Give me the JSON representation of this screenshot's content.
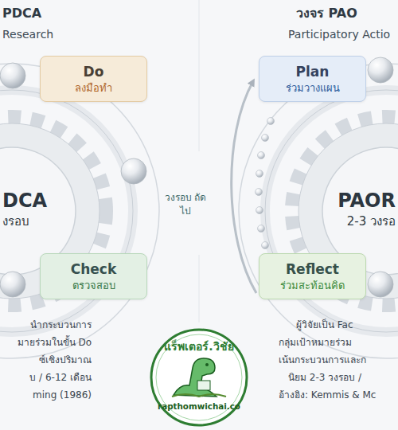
{
  "diagram": {
    "nodes": [
      {
        "text": [
          "Do",
          "ลงมือทำ"
        ]
      },
      {
        "text": [
          "Plan",
          "ร่วมวางแผน"
        ]
      },
      {
        "text": [
          "DCA",
          "งรอบ"
        ]
      },
      {
        "text": [
          "PAOR",
          "2-3 วงรอ"
        ]
      },
      {
        "text": [
          "Check",
          "ตรวจสอบ"
        ]
      },
      {
        "text": [
          "Reflect",
          "ร่วมสะท้อนคิด"
        ]
      },
      {
        "text": [
          "แร็พเตอร์.วิชัย",
          "rapthomwichai.co"
        ]
      }
    ],
    "labels": [
      "PDCA",
      "Research",
      "วงจร PAO",
      "Participatory Actio",
      "วงรอบ ถัดไป",
      "นำกระบวนการ",
      "มายร่วมในขั้น Do",
      "ซ์เชิงปริมาณ",
      "บ / 6-12 เดือน",
      "ming (1986)",
      "ผู้วิจัยเป็น Fac",
      "กลุ่มเป้าหมายร่วม",
      "เน้นกระบวนการและก",
      "นิยม 2-3 วงรอบ /",
      "อ้างอิง: Kemmis & Mc"
    ]
  }
}
